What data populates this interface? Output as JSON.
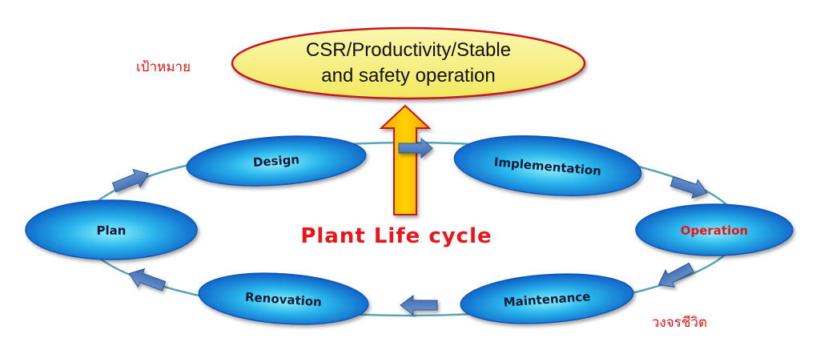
{
  "goal": {
    "label": "เป้าหมาย",
    "line1": "CSR/Productivity/Stable",
    "line2": "and safety operation"
  },
  "center_title": "Plant Life cycle",
  "cycle_label": "วงจรชีวิต",
  "stages": {
    "plan": "Plan",
    "design": "Design",
    "implementation": "Implementation",
    "operation": "Operation",
    "maintenance": "Maintenance",
    "renovation": "Renovation"
  },
  "colors": {
    "stage_fill": "#1e8fe0",
    "stage_highlight": "#7fe6f5",
    "ring": "#5aa4b8",
    "arrow": "#4a76b8",
    "goal_fill": "#f6ef7a",
    "goal_border": "#c8141c",
    "up_arrow": "#f5b800",
    "title_red": "#e8151b",
    "operation_text": "#e8151b"
  }
}
